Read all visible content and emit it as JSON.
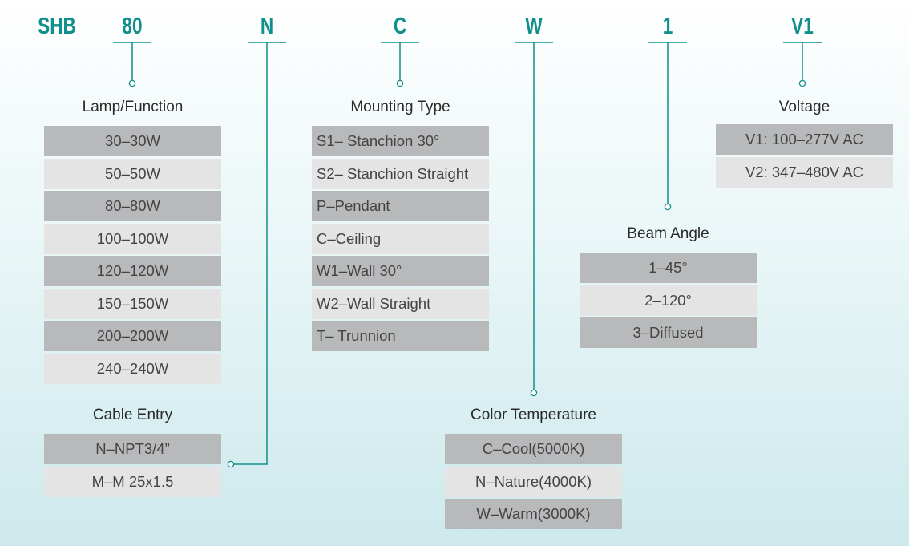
{
  "codes": {
    "series": "SHB",
    "lamp": "80",
    "cable": "N",
    "mounting": "C",
    "color": "W",
    "beam": "1",
    "voltage": "V1"
  },
  "lamp_function": {
    "title": "Lamp/Function",
    "items": [
      "30–30W",
      "50–50W",
      "80–80W",
      "100–100W",
      "120–120W",
      "150–150W",
      "200–200W",
      "240–240W"
    ]
  },
  "cable_entry": {
    "title": "Cable Entry",
    "items": [
      "N–NPT3/4”",
      "M–M 25x1.5"
    ]
  },
  "mounting_type": {
    "title": "Mounting Type",
    "items": [
      "S1– Stanchion 30°",
      "S2– Stanchion Straight",
      "P–Pendant",
      "C–Ceiling",
      "W1–Wall 30°",
      "W2–Wall Straight",
      "T– Trunnion"
    ]
  },
  "color_temperature": {
    "title": "Color Temperature",
    "items": [
      "C–Cool(5000K)",
      "N–Nature(4000K)",
      "W–Warm(3000K)"
    ]
  },
  "beam_angle": {
    "title": "Beam Angle",
    "items": [
      "1–45°",
      "2–120°",
      "3–Diffused"
    ]
  },
  "voltage": {
    "title": "Voltage",
    "items": [
      "V1: 100–277V AC",
      "V2: 347–480V AC"
    ]
  },
  "colors": {
    "accent": "#118f8c",
    "row_dark": "#b8b9bb",
    "row_light": "#e4e4e5"
  }
}
